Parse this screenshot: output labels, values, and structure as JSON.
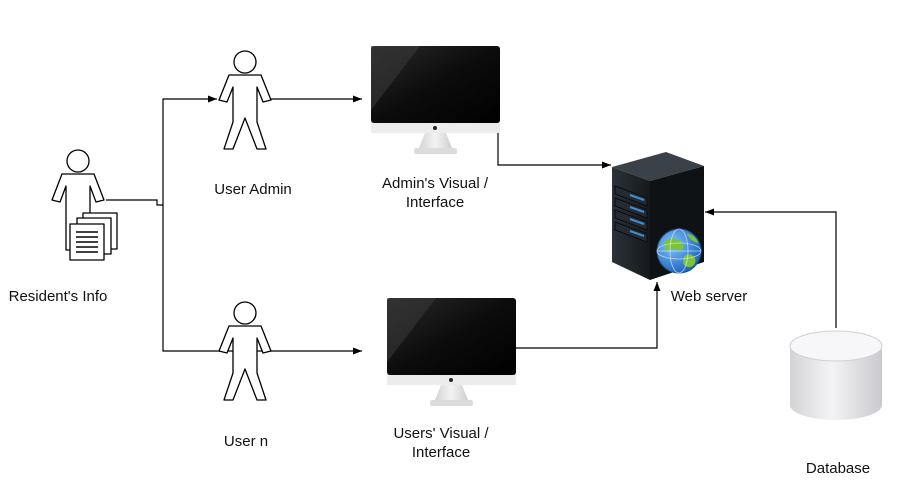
{
  "nodes": {
    "resident": {
      "label": "Resident's Info"
    },
    "user_admin": {
      "label": "User Admin"
    },
    "user_n": {
      "label": "User n"
    },
    "admin_interface": {
      "label_line1": "Admin's Visual /",
      "label_line2": "Interface"
    },
    "users_interface": {
      "label_line1": "Users' Visual /",
      "label_line2": "Interface"
    },
    "web_server": {
      "label": "Web server"
    },
    "database": {
      "label": "Database"
    }
  },
  "colors": {
    "line": "#000000",
    "monitor_screen": "#050505",
    "server_body": "#1b1f24",
    "server_led": "#3d8fd8",
    "globe_water": "#2a7fd6",
    "globe_land": "#7bc23d",
    "db_fill": "#e6e6e8"
  }
}
